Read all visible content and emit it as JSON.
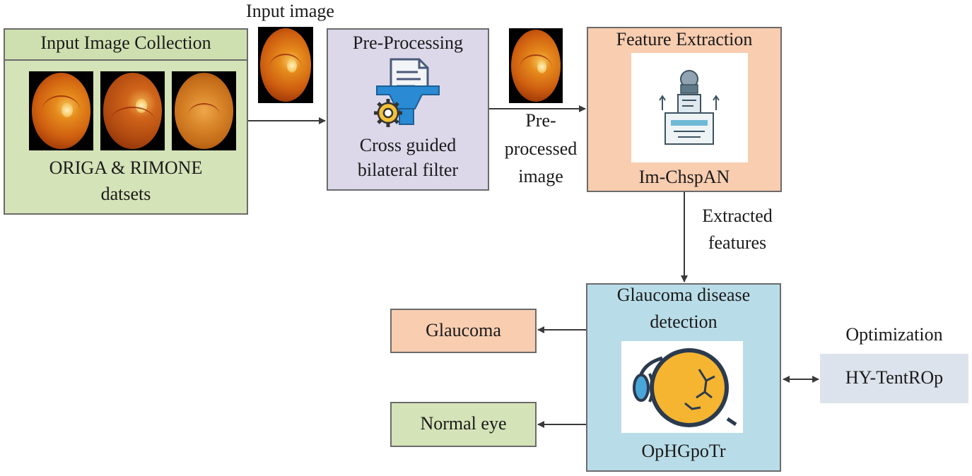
{
  "input_collection": {
    "title": "Input Image Collection",
    "dataset_line1": "ORIGA & RIMONE",
    "dataset_line2": "datsets"
  },
  "input_image_label": "Input image",
  "preprocessing": {
    "title": "Pre-Processing",
    "method_line1": "Cross guided",
    "method_line2": "bilateral filter"
  },
  "preprocessed_label": {
    "line1": "Pre-",
    "line2": "processed",
    "line3": "image"
  },
  "feature_extraction": {
    "title": "Feature Extraction",
    "model": "Im-ChspAN"
  },
  "extracted_label": {
    "line1": "Extracted",
    "line2": "features"
  },
  "detection": {
    "title_line1": "Glaucoma disease",
    "title_line2": "detection",
    "model": "OpHGpoTr"
  },
  "outputs": {
    "glaucoma": "Glaucoma",
    "normal": "Normal eye"
  },
  "optimization": {
    "label": "Optimization",
    "method": "HY-TentROp"
  },
  "colors": {
    "green_box": "#d5e3b8",
    "green_title": "#cfe0b0",
    "purple_box": "#dcd8ea",
    "peach_box": "#f8cdb0",
    "blue_box": "#b9dde8",
    "gray_box": "#dde3ec",
    "arrow": "#3a3a3a"
  }
}
